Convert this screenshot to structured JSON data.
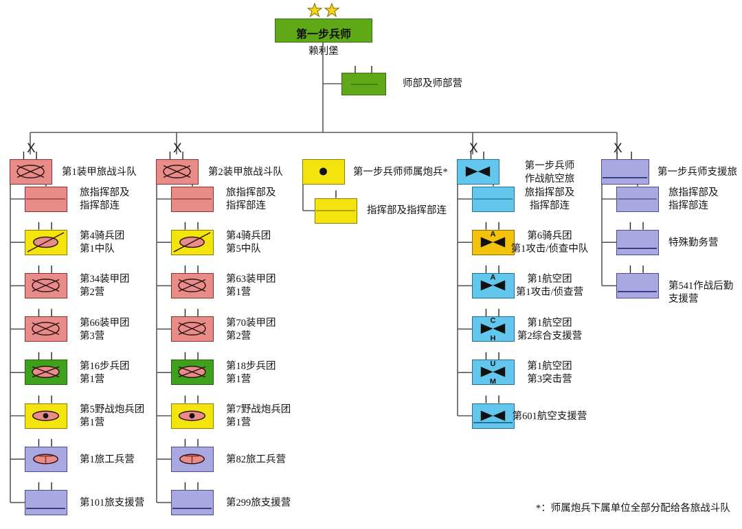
{
  "chart_data": {
    "type": "diagram",
    "title": "第一步兵师",
    "subtitle": "赖利堡",
    "rank_insignia": "two-gold-stars",
    "footnote": "*：师属炮兵下属单位全部分配给各旅战斗队",
    "colors": {
      "armor": "#E98C89",
      "cavalry": "#F2E40C",
      "artillery": "#F2E40C",
      "infantry": "#3FA01D",
      "engineer": "#A9A8E0",
      "support": "#A9A8E0",
      "aviation": "#63C6ED",
      "aviation_cav": "#F2C20C",
      "division": "#5FA818",
      "line": "#565660"
    },
    "division": {
      "name": "第一步兵师",
      "location": "赖利堡",
      "hq": {
        "label": "师部及师部营",
        "symbol": "hq-unit",
        "color": "division"
      }
    },
    "columns": [
      {
        "id": "bct1",
        "header": {
          "label": "第1装甲旅战斗队",
          "symbol": "armor",
          "color": "armor",
          "echelon": "X"
        },
        "units": [
          {
            "label": "旅指挥部及\n指挥部连",
            "symbol": "hq",
            "color": "armor"
          },
          {
            "label": "第4骑兵团\n第1中队",
            "symbol": "cavalry",
            "color": "cavalry"
          },
          {
            "label": "第34装甲团\n第2营",
            "symbol": "armor",
            "color": "armor"
          },
          {
            "label": "第66装甲团\n第3营",
            "symbol": "armor",
            "color": "armor"
          },
          {
            "label": "第16步兵团\n第1营",
            "symbol": "mech-infantry",
            "color": "infantry"
          },
          {
            "label": "第5野战炮兵团\n第1营",
            "symbol": "sp-artillery",
            "color": "artillery"
          },
          {
            "label": "第1旅工兵营",
            "symbol": "engineer",
            "color": "engineer"
          },
          {
            "label": "第101旅支援营",
            "symbol": "support",
            "color": "support"
          }
        ]
      },
      {
        "id": "bct2",
        "header": {
          "label": "第2装甲旅战斗队",
          "symbol": "armor",
          "color": "armor",
          "echelon": "X"
        },
        "units": [
          {
            "label": "旅指挥部及\n指挥部连",
            "symbol": "hq",
            "color": "armor"
          },
          {
            "label": "第4骑兵团\n第5中队",
            "symbol": "cavalry",
            "color": "cavalry"
          },
          {
            "label": "第63装甲团\n第1营",
            "symbol": "armor",
            "color": "armor"
          },
          {
            "label": "第70装甲团\n第2营",
            "symbol": "armor",
            "color": "armor"
          },
          {
            "label": "第18步兵团\n第1营",
            "symbol": "mech-infantry",
            "color": "infantry"
          },
          {
            "label": "第7野战炮兵团\n第1营",
            "symbol": "sp-artillery",
            "color": "artillery"
          },
          {
            "label": "第82旅工兵营",
            "symbol": "engineer",
            "color": "engineer"
          },
          {
            "label": "第299旅支援营",
            "symbol": "support",
            "color": "support"
          }
        ]
      },
      {
        "id": "divarty",
        "header": {
          "label": "第一步兵师师属炮兵*",
          "symbol": "artillery",
          "color": "artillery",
          "echelon": ""
        },
        "units": [
          {
            "label": "指挥部及指挥部连",
            "symbol": "hq",
            "color": "artillery"
          }
        ]
      },
      {
        "id": "cab",
        "header": {
          "label": "第一步兵师\n作战航空旅",
          "symbol": "aviation",
          "color": "aviation",
          "echelon": "X"
        },
        "units": [
          {
            "label": "旅指挥部及\n指挥部连",
            "symbol": "hq",
            "color": "aviation"
          },
          {
            "label": "第6骑兵团\n第1攻击/侦查中队",
            "symbol": "aviation-a",
            "color": "aviation_cav"
          },
          {
            "label": "第1航空团\n第1攻击/侦查营",
            "symbol": "aviation-a",
            "color": "aviation"
          },
          {
            "label": "第1航空团\n第2综合支援营",
            "symbol": "aviation-ch",
            "color": "aviation"
          },
          {
            "label": "第1航空团\n第3突击营",
            "symbol": "aviation-um",
            "color": "aviation"
          },
          {
            "label": "第601航空支援营",
            "symbol": "aviation-support",
            "color": "aviation"
          }
        ]
      },
      {
        "id": "sustain",
        "header": {
          "label": "第一步兵师支援旅",
          "symbol": "support",
          "color": "support",
          "echelon": "X"
        },
        "units": [
          {
            "label": "旅指挥部及\n指挥部连",
            "symbol": "hq",
            "color": "support"
          },
          {
            "label": "特殊勤务营",
            "symbol": "support",
            "color": "support"
          },
          {
            "label": "第541作战后勤支援营",
            "symbol": "support",
            "color": "support"
          }
        ]
      }
    ]
  }
}
